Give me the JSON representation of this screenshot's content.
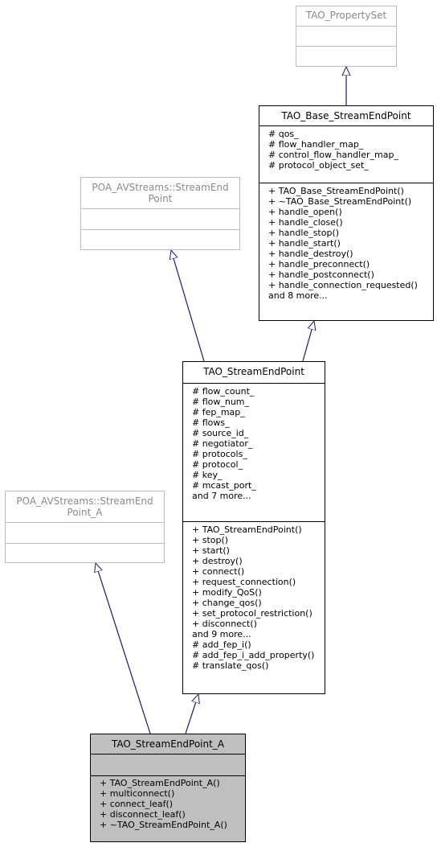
{
  "classes": {
    "property_set": {
      "title": "TAO_PropertySet",
      "attributes": [],
      "operations": []
    },
    "base_stream_end_point": {
      "title": "TAO_Base_StreamEndPoint",
      "attributes": [
        "# qos_",
        "# flow_handler_map_",
        "# control_flow_handler_map_",
        "# protocol_object_set_"
      ],
      "operations": [
        "+ TAO_Base_StreamEndPoint()",
        "+ ~TAO_Base_StreamEndPoint()",
        "+ handle_open()",
        "+ handle_close()",
        "+ handle_stop()",
        "+ handle_start()",
        "+ handle_destroy()",
        "+ handle_preconnect()",
        "+ handle_postconnect()",
        "+ handle_connection_requested()",
        "and 8 more..."
      ]
    },
    "poa_stream_end_point": {
      "title_lines": [
        "POA_AVStreams::StreamEnd",
        "Point"
      ],
      "attributes": [],
      "operations": []
    },
    "stream_end_point": {
      "title": "TAO_StreamEndPoint",
      "attributes": [
        "# flow_count_",
        "# flow_num_",
        "# fep_map_",
        "# flows_",
        "# source_id_",
        "# negotiator_",
        "# protocols_",
        "# protocol_",
        "# key_",
        "# mcast_port_",
        "and 7 more..."
      ],
      "operations": [
        "+ TAO_StreamEndPoint()",
        "+ stop()",
        "+ start()",
        "+ destroy()",
        "+ connect()",
        "+ request_connection()",
        "+ modify_QoS()",
        "+ change_qos()",
        "+ set_protocol_restriction()",
        "+ disconnect()",
        "and 9 more...",
        "# add_fep_i()",
        "# add_fep_i_add_property()",
        "# translate_qos()"
      ]
    },
    "poa_stream_end_point_a": {
      "title_lines": [
        "POA_AVStreams::StreamEnd",
        "Point_A"
      ],
      "attributes": [],
      "operations": []
    },
    "stream_end_point_a": {
      "title": "TAO_StreamEndPoint_A",
      "attributes": [],
      "operations": [
        "+ TAO_StreamEndPoint_A()",
        "+ multiconnect()",
        "+ connect_leaf()",
        "+ disconnect_leaf()",
        "+ ~TAO_StreamEndPoint_A()"
      ]
    }
  },
  "colors": {
    "edge": "#191970",
    "focus_fill": "#bfbfbf",
    "external_border": "#bdbdbd"
  }
}
